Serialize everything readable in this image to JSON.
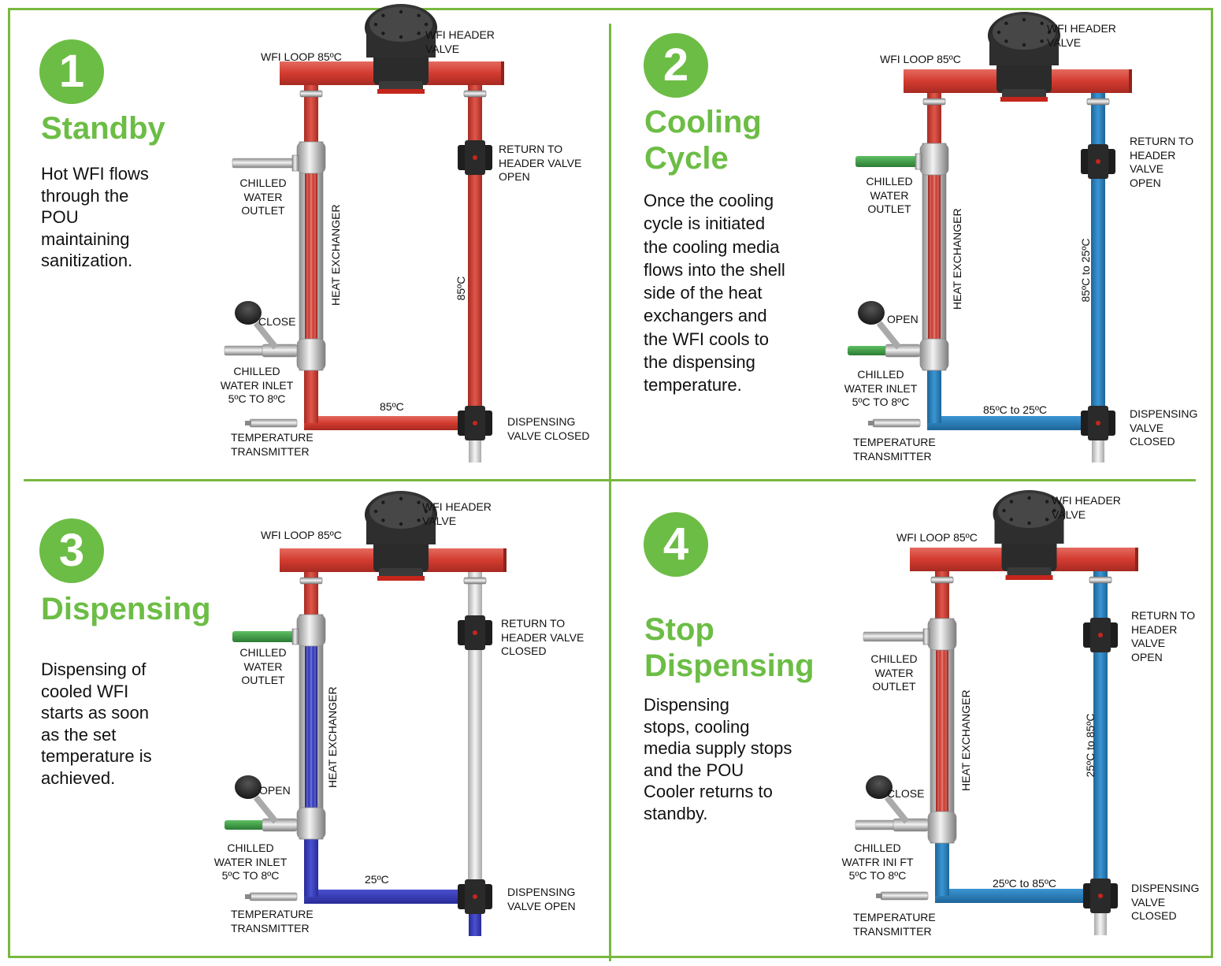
{
  "colors": {
    "accent": "#6cbd45",
    "hot": "#d8392e",
    "cool": "#2f82c0",
    "cold": "#3a3fbf",
    "green_pipe": "#3d9a45",
    "steel": "#c8c8c8"
  },
  "panels": [
    {
      "number": "1",
      "title": "Standby",
      "description": "Hot WFI flows\nthrough the\nPOU\nmaintaining\nsanitization.",
      "labels": {
        "header_valve": "WFI HEADER\nVALVE",
        "loop": "WFI LOOP 85ºC",
        "return_valve": "RETURN TO\nHEADER VALVE\nOPEN",
        "outlet": "CHILLED\nWATER\nOUTLET",
        "heat_exchanger": "HEAT EXCHANGER",
        "return_temp": "85ºC",
        "inlet_valve": "CLOSE",
        "inlet": "CHILLED\nWATER INLET\n5ºC TO 8ºC",
        "bottom_temp": "85ºC",
        "dispensing_valve": "DISPENSING\nVALVE CLOSED",
        "transmitter": "TEMPERATURE\nTRANSMITTER"
      }
    },
    {
      "number": "2",
      "title": "Cooling\nCycle",
      "description": "Once the cooling\ncycle is initiated\nthe cooling media\nflows into the shell\nside of the heat\nexchangers and\nthe WFI cools to\nthe dispensing\ntemperature.",
      "labels": {
        "header_valve": "WFI HEADER\nVALVE",
        "loop": "WFI LOOP 85ºC",
        "return_valve": "RETURN TO\nHEADER\nVALVE\nOPEN",
        "outlet": "CHILLED\nWATER\nOUTLET",
        "heat_exchanger": "HEAT EXCHANGER",
        "return_temp": "85ºC to 25ºC",
        "inlet_valve": "OPEN",
        "inlet": "CHILLED\nWATER INLET\n5ºC TO 8ºC",
        "bottom_temp": "85ºC to 25ºC",
        "dispensing_valve": "DISPENSING\nVALVE\nCLOSED",
        "transmitter": "TEMPERATURE\nTRANSMITTER"
      }
    },
    {
      "number": "3",
      "title": "Dispensing",
      "description": "Dispensing of\ncooled WFI\nstarts as soon\nas the set\ntemperature is\nachieved.",
      "labels": {
        "header_valve": "WFI HEADER\nVALVE",
        "loop": "WFI LOOP 85ºC",
        "return_valve": "RETURN TO\nHEADER VALVE\nCLOSED",
        "outlet": "CHILLED\nWATER\nOUTLET",
        "heat_exchanger": "HEAT EXCHANGER",
        "inlet_valve": "OPEN",
        "inlet": "CHILLED\nWATER INLET\n5ºC TO 8ºC",
        "bottom_temp": "25ºC",
        "dispensing_valve": "DISPENSING\nVALVE OPEN",
        "transmitter": "TEMPERATURE\nTRANSMITTER"
      }
    },
    {
      "number": "4",
      "title": "Stop\nDispensing",
      "description": "Dispensing\nstops, cooling\nmedia supply stops\nand the POU\nCooler returns to\nstandby.",
      "labels": {
        "header_valve": "WFI HEADER\nVALVE",
        "loop": "WFI LOOP 85ºC",
        "return_valve": "RETURN TO\nHEADER\nVALVE\nOPEN",
        "outlet": "CHILLED\nWATER\nOUTLET",
        "heat_exchanger": "HEAT EXCHANGER",
        "return_temp": "25ºC to 85ºC",
        "inlet_valve": "CLOSE",
        "inlet": "CHILLED\nWATFR INI FT\n5ºC TO 8ºC",
        "bottom_temp": "25ºC to 85ºC",
        "dispensing_valve": "DISPENSING\nVALVE\nCLOSED",
        "transmitter": "TEMPERATURE\nTRANSMITTER"
      }
    }
  ]
}
